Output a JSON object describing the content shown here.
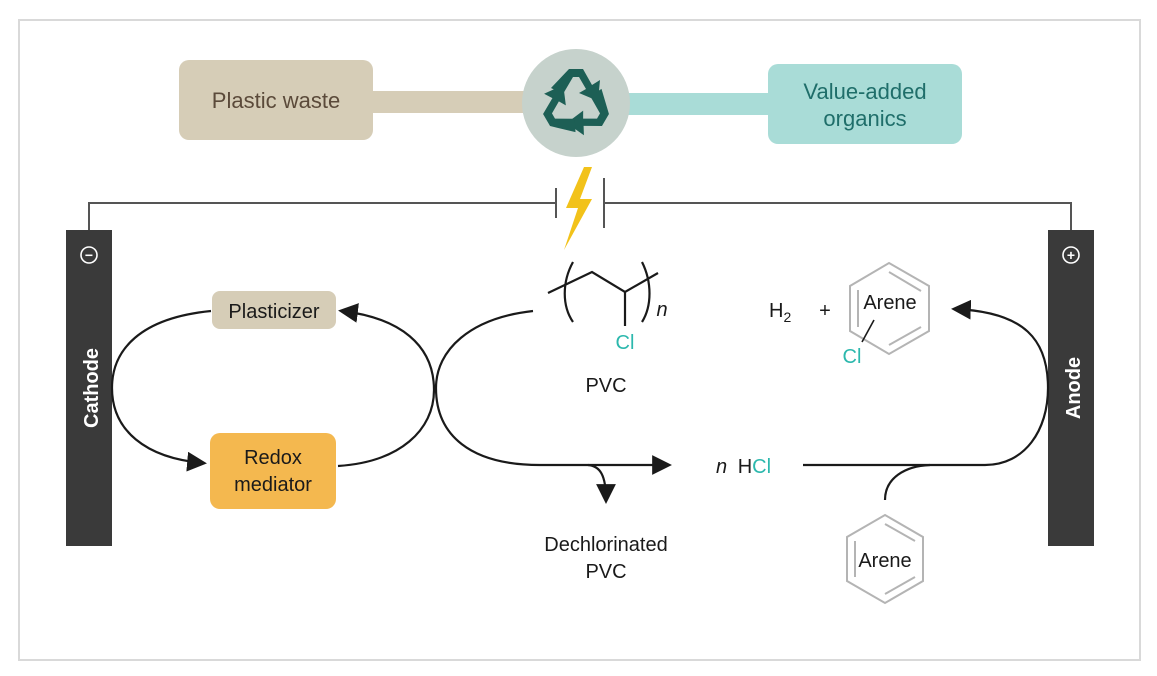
{
  "top": {
    "plastic_waste": "Plastic waste",
    "value_added_line1": "Value-added",
    "value_added_line2": "organics",
    "center_icon": "recycle-icon"
  },
  "electrodes": {
    "cathode_label": "Cathode",
    "cathode_sign": "−",
    "anode_label": "Anode",
    "anode_sign": "+"
  },
  "power_icon": "lightning-icon",
  "nodes": {
    "plasticizer": "Plasticizer",
    "redox_line1": "Redox",
    "redox_line2": "mediator",
    "pvc": "PVC",
    "pvc_cl": "Cl",
    "pvc_n": "n",
    "hcl_n": "n",
    "hcl_h": "H",
    "hcl_cl": "Cl",
    "dechlorinated_line1": "Dechlorinated",
    "dechlorinated_line2": "PVC",
    "h2": "H",
    "h2_sub": "2",
    "plus": "+",
    "arene_product": "Arene",
    "arene_product_cl": "Cl",
    "arene_reactant": "Arene"
  },
  "colors": {
    "plastic_waste_box": "#d6cdb7",
    "plastic_waste_text": "#5b4a3a",
    "value_box": "#a9dcd7",
    "value_text": "#1f6e6a",
    "recycle_circle": "#c6d2cc",
    "recycle_icon": "#1d5f55",
    "electrode": "#3a3a3a",
    "plasticizer_box": "#d6cdb7",
    "redox_box": "#f4b84f",
    "chlorine": "#2cb8ad",
    "lightning": "#f2c21a"
  }
}
